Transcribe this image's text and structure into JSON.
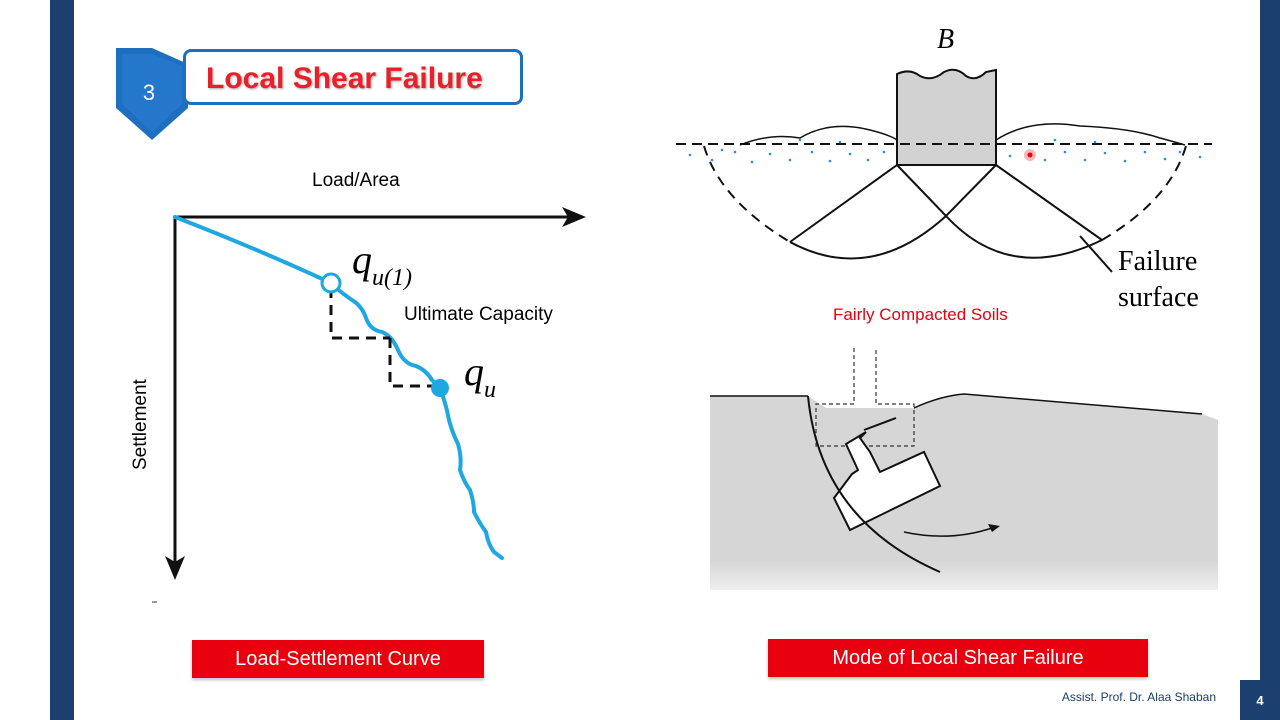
{
  "title": {
    "number": "3",
    "text": "Local Shear Failure"
  },
  "chart": {
    "x_label": "Load/Area",
    "y_label": "Settlement",
    "q_u1": "q",
    "q_u1_sub": "u(1)",
    "q_u": "q",
    "q_u_sub": "u",
    "annotation": "Ultimate Capacity",
    "caption": "Load-Settlement Curve"
  },
  "figure": {
    "width_label": "B",
    "failure_label_line1": "Failure",
    "failure_label_line2": "surface",
    "soil_caption": "Fairly Compacted Soils",
    "caption": "Mode of Local Shear Failure"
  },
  "footer": {
    "author": "Assist. Prof. Dr. Alaa Shaban",
    "page": "4"
  },
  "colors": {
    "accent": "#1f6fc0",
    "title_red": "#e8202a",
    "label_red": "#e8000e",
    "curve_blue": "#1ea7e1",
    "navy": "#1b3f6e"
  }
}
